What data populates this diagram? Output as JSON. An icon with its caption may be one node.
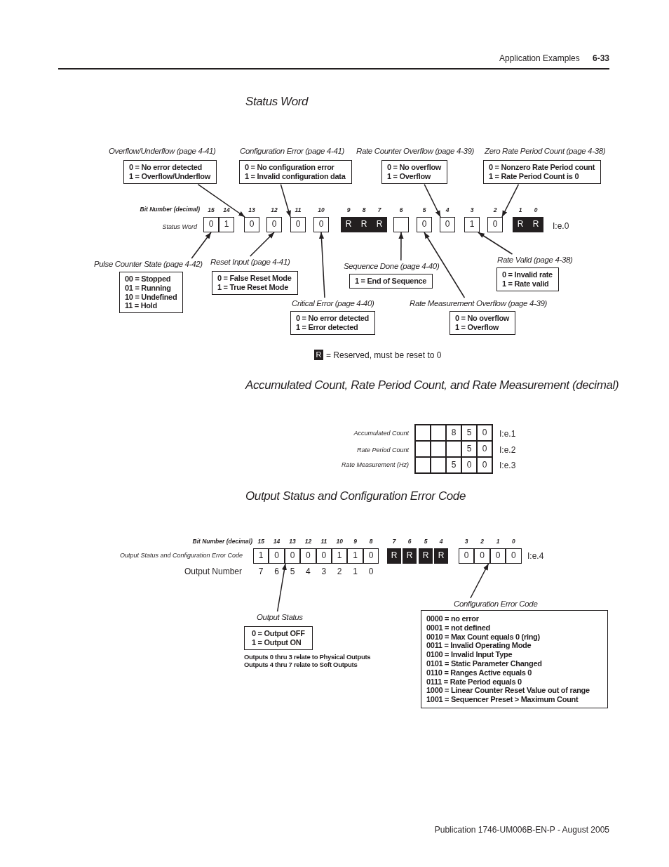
{
  "diagram": {
    "nodes": [
      {
        "text": [
          "Overflow/Underflow (page 4-41)",
          "0 = No error detected",
          "1 = Overflow/Underflow"
        ]
      },
      {
        "text": [
          "Configuration Error (page 4-41)",
          "0 = No configuration error",
          "1 = Invalid configuration data"
        ]
      },
      {
        "text": [
          "Rate Counter Overflow (page 4-39)",
          "0 = No overflow",
          "1 = Overflow"
        ]
      },
      {
        "text": [
          "Zero Rate Period Count (page 4-38)",
          "0 = Nonzero Rate Period  count",
          "1 = Rate Period Count is 0"
        ]
      },
      {
        "text": [
          "0"
        ]
      },
      {
        "text": [
          "1"
        ]
      },
      {
        "text": [
          "0"
        ]
      },
      {
        "text": [
          "0"
        ]
      },
      {
        "text": [
          "0"
        ]
      },
      {
        "text": [
          "0"
        ]
      },
      {
        "text": [
          "R"
        ]
      },
      {
        "text": [
          "R"
        ]
      },
      {
        "text": [
          "R"
        ]
      },
      {
        "text": [],
        "shape": "box"
      },
      {
        "text": [
          "0"
        ]
      },
      {
        "text": [
          "0"
        ]
      },
      {
        "text": [
          "1"
        ]
      },
      {
        "text": [
          "0"
        ]
      },
      {
        "text": [
          "R"
        ]
      },
      {
        "text": [
          "R"
        ]
      },
      {
        "text": [
          "Pulse Counter State (page 4-42)",
          "00 = Stopped",
          "01 = Running",
          "10 = Undefined",
          "11 = Hold"
        ]
      },
      {
        "text": [
          "Reset Input (page 4-41)",
          "0 = False Reset Mode",
          "1 = True Reset Mode"
        ]
      },
      {
        "text": [
          "Sequence Done (page 4-40)",
          "1 = End of Sequence"
        ]
      },
      {
        "text": [
          "Rate Valid (page 4-38)",
          "0 = Invalid rate",
          "1 = Rate valid"
        ]
      },
      {
        "text": [
          "Critical Error (page 4-40)",
          "0 = No error detected",
          "1 = Error detected"
        ]
      },
      {
        "text": [
          "Rate Measurement Overflow (page 4-39)",
          "0 = No overflow",
          "1 = Overflow"
        ]
      },
      {
        "text": [],
        "shape": "box"
      },
      {
        "text": [],
        "shape": "box"
      },
      {
        "text": [
          "8"
        ]
      },
      {
        "text": [
          "5"
        ]
      },
      {
        "text": [
          "0"
        ]
      },
      {
        "text": [],
        "shape": "box"
      },
      {
        "text": [],
        "shape": "box"
      },
      {
        "text": [],
        "shape": "box"
      },
      {
        "text": [
          "5"
        ]
      },
      {
        "text": [
          "0"
        ]
      },
      {
        "text": [],
        "shape": "box"
      },
      {
        "text": [],
        "shape": "box"
      },
      {
        "text": [
          "5"
        ]
      },
      {
        "text": [
          "0"
        ]
      },
      {
        "text": [
          "0"
        ]
      },
      {
        "text": [
          "1"
        ]
      },
      {
        "text": [
          "0"
        ]
      },
      {
        "text": [
          "0"
        ]
      },
      {
        "text": [
          "0"
        ]
      },
      {
        "text": [
          "0"
        ]
      },
      {
        "text": [
          "1"
        ]
      },
      {
        "text": [
          "1"
        ]
      },
      {
        "text": [
          "0"
        ]
      },
      {
        "text": [
          "R"
        ]
      },
      {
        "text": [
          "R"
        ]
      },
      {
        "text": [
          "R"
        ]
      },
      {
        "text": [
          "R"
        ]
      },
      {
        "text": [
          "0"
        ]
      },
      {
        "text": [
          "0"
        ]
      },
      {
        "text": [
          "0"
        ]
      },
      {
        "text": [
          "0"
        ]
      },
      {
        "text": [
          "Output Status",
          "0 = Output OFF",
          "1 = Output ON"
        ],
        "beside": [
          "Outputs 0 thru 3 relate to Physical Outputs",
          "Outputs 4 thru 7 relate to Soft Outputs"
        ]
      },
      {
        "text": [
          "Configuration Error Code",
          "0000 = no error",
          "0001 = not defined",
          "0010 = Max Count equals 0 (ring)",
          "0011 = Invalid Operating Mode",
          "0100 = Invalid Input Type",
          "0101 = Static Parameter Changed",
          "0110 = Ranges Active equals 0",
          "0111 = Rate Period equals 0",
          "1000 = Linear Counter Reset Value out of range",
          "1001 = Sequencer Preset > Maximum Count"
        ]
      }
    ],
    "edges": [
      {
        "from": 0,
        "to": 6,
        "arrow": "to"
      },
      {
        "from": 1,
        "to": 8,
        "arrow": "to"
      },
      {
        "from": 2,
        "to": 15,
        "arrow": "to"
      },
      {
        "from": 3,
        "to": 17,
        "arrow": "to"
      },
      {
        "from": 20,
        "to": 4,
        "arrow": "to"
      },
      {
        "from": 21,
        "to": 7,
        "arrow": "to"
      },
      {
        "from": 24,
        "to": 9,
        "arrow": "to"
      },
      {
        "from": 22,
        "to": 13,
        "arrow": "to"
      },
      {
        "from": 25,
        "to": 14,
        "arrow": "to"
      },
      {
        "from": 23,
        "to": 16,
        "arrow": "to"
      },
      {
        "from": 57,
        "to": 43,
        "arrow": "to"
      },
      {
        "from": 58,
        "to": 54,
        "arrow": "to"
      }
    ],
    "labels": [
      "Application Examples",
      "6-33",
      "Status Word",
      "Bit Number (decimal)",
      "15",
      "14",
      "13",
      "12",
      "11",
      "10",
      "9",
      "8",
      "7",
      "6",
      "5",
      "4",
      "3",
      "2",
      "1",
      "0",
      "Status Word",
      "I:e.0",
      "R",
      "= Reserved, must be reset to 0",
      "Accumulated Count, Rate Period Count, and Rate Measurement (decimal)",
      "Accumulated Count",
      "I:e.1",
      "Rate Period Count",
      "I:e.2",
      "Rate Measurement (Hz)",
      "I:e.3",
      "Output Status and Configuration Error Code",
      "Bit Number (decimal)",
      "15",
      "14",
      "13",
      "12",
      "11",
      "10",
      "9",
      "8",
      "7",
      "6",
      "5",
      "4",
      "3",
      "2",
      "1",
      "0",
      "Output Status and Configuration Error Code",
      "I:e.4",
      "Output Number",
      "7",
      "6",
      "5",
      "4",
      "3",
      "2",
      "1",
      "0",
      "Publication 1746-UM006B-EN-P - August 2005"
    ]
  }
}
